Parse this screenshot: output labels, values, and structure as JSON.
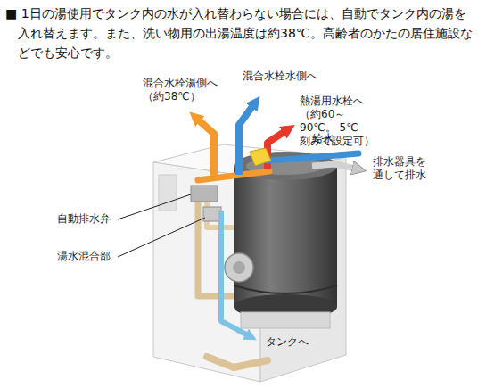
{
  "diagram": {
    "title": "■ 1日の湯使用でタンク内の水が入れ替わらない場合には、自動でタンク内の湯を入れ替えます。また、洗い物用の出湯温度は約38℃。高齢者のかたの居住施設などでも安心です。",
    "labels": [
      "混合水栓湯側へ （約38℃）",
      "混合水栓水側へ",
      "熱湯用水栓へ（約60～90℃。 5℃刻みで設定可）",
      "給水",
      "排水器具を 通して排水",
      "自動排水弁",
      "湯水混合部",
      "タンクへ"
    ]
  }
}
